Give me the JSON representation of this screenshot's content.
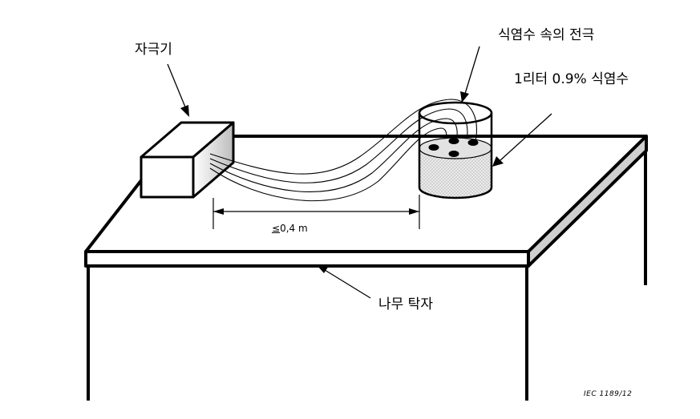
{
  "labels": {
    "stimulator": "자극기",
    "electrodes_in_saline": "식염수 속의 전극",
    "saline_volume": "1리터 0.9% 식염수",
    "wooden_table": "나무 탁자",
    "distance_symbol": "≤",
    "distance_value": "0,4 m",
    "figure_code": "IEC   1189/12"
  },
  "colors": {
    "ink": "#000000",
    "table_edge_shade": "#cfcfcf",
    "saline_fill": "#e2e2e2",
    "background": "#ffffff"
  }
}
